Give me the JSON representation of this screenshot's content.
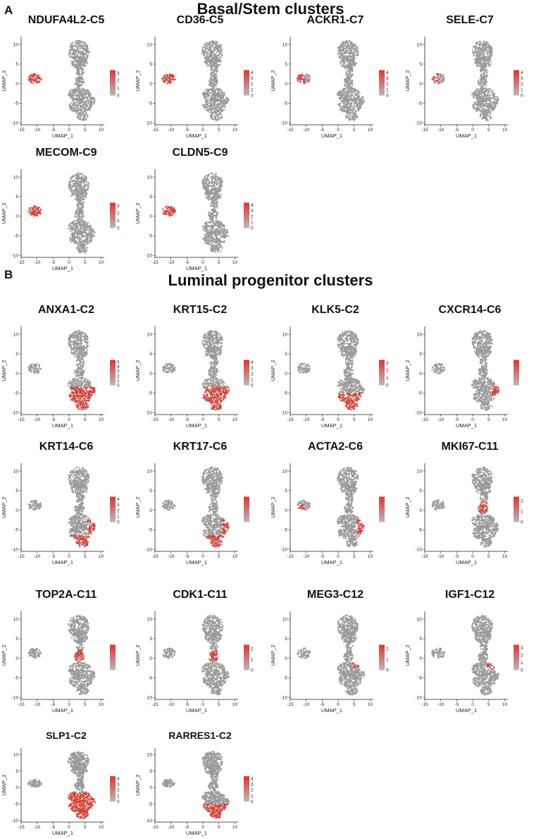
{
  "sections": [
    {
      "letter": "A",
      "title": "Basal/Stem clusters"
    },
    {
      "letter": "B",
      "title": "Luminal progenitor clusters"
    }
  ],
  "colors": {
    "low": "#b9b9b9",
    "high": "#e8322a",
    "cell": "#9a9a9a"
  },
  "chart_data": [
    {
      "type": "scatter",
      "title": "NDUFA4L2-C5",
      "xlabel": "UMAP_1",
      "ylabel": "UMAP_2",
      "xticks": [
        -15,
        -10,
        -5,
        0,
        5,
        10
      ],
      "yticks": [
        -10,
        -5,
        0,
        5,
        10
      ],
      "xlim": [
        -15,
        11
      ],
      "ylim": [
        -10.5,
        12
      ],
      "legend_ticks": [
        3,
        2,
        1,
        0
      ],
      "legend_max": 3.4,
      "highlight": "basal"
    },
    {
      "type": "scatter",
      "title": "CD36-C5",
      "xlabel": "UMAP_1",
      "ylabel": "UMAP_2",
      "xticks": [
        -15,
        -10,
        -5,
        0,
        5,
        10
      ],
      "yticks": [
        -10,
        -5,
        0,
        5,
        10
      ],
      "xlim": [
        -15,
        11
      ],
      "ylim": [
        -10.5,
        12
      ],
      "legend_ticks": [
        4,
        3,
        2,
        1,
        0
      ],
      "legend_max": 4.4,
      "highlight": "basal"
    },
    {
      "type": "scatter",
      "title": "ACKR1-C7",
      "xlabel": "UMAP_1",
      "ylabel": "UMAP_2",
      "xticks": [
        -15,
        -10,
        -5,
        0,
        5,
        10
      ],
      "yticks": [
        -10,
        -5,
        0,
        5,
        10
      ],
      "xlim": [
        -15,
        11
      ],
      "ylim": [
        -10.5,
        12
      ],
      "legend_ticks": [
        4,
        3,
        2,
        1,
        0
      ],
      "legend_max": 4.4,
      "highlight": "basal-partial"
    },
    {
      "type": "scatter",
      "title": "SELE-C7",
      "xlabel": "UMAP_1",
      "ylabel": "UMAP_2",
      "xticks": [
        -15,
        -10,
        -5,
        0,
        5,
        10
      ],
      "yticks": [
        -10,
        -5,
        0,
        5,
        10
      ],
      "xlim": [
        -15,
        11
      ],
      "ylim": [
        -10.5,
        12
      ],
      "legend_ticks": [
        4,
        3,
        2,
        1,
        0
      ],
      "legend_max": 4.4,
      "highlight": "basal-partial"
    },
    {
      "type": "scatter",
      "title": "MECOM-C9",
      "xlabel": "UMAP_1",
      "ylabel": "UMAP_2",
      "xticks": [
        -15,
        -10,
        -5,
        0,
        5,
        10
      ],
      "yticks": [
        -10,
        -5,
        0,
        5,
        10
      ],
      "xlim": [
        -15,
        11
      ],
      "ylim": [
        -10.5,
        12
      ],
      "legend_ticks": [
        3,
        2,
        1,
        0
      ],
      "legend_max": 3.4,
      "highlight": "basal"
    },
    {
      "type": "scatter",
      "title": "CLDN5-C9",
      "xlabel": "UMAP_1",
      "ylabel": "UMAP_2",
      "xticks": [
        -15,
        -10,
        -5,
        0,
        5,
        10
      ],
      "yticks": [
        -10,
        -5,
        0,
        5,
        10
      ],
      "xlim": [
        -15,
        11
      ],
      "ylim": [
        -10.5,
        12
      ],
      "legend_ticks": [
        4,
        3,
        2,
        1,
        0
      ],
      "legend_max": 4.4,
      "highlight": "basal"
    },
    {
      "type": "scatter",
      "title": "ANXA1-C2",
      "xlabel": "UMAP_1",
      "ylabel": "UMAP_2",
      "xticks": [
        -15,
        -10,
        -5,
        0,
        5,
        10
      ],
      "yticks": [
        -10,
        -5,
        0,
        5,
        10
      ],
      "xlim": [
        -15,
        11
      ],
      "ylim": [
        -10.5,
        12
      ],
      "legend_ticks": [
        5,
        4,
        3,
        2,
        1,
        0
      ],
      "legend_max": 5.4,
      "highlight": "lower"
    },
    {
      "type": "scatter",
      "title": "KRT15-C2",
      "xlabel": "UMAP_1",
      "ylabel": "UMAP_2",
      "xticks": [
        -15,
        -10,
        -5,
        0,
        5,
        10
      ],
      "yticks": [
        -10,
        -5,
        0,
        5,
        10
      ],
      "xlim": [
        -15,
        11
      ],
      "ylim": [
        -10.5,
        12
      ],
      "legend_ticks": [
        4,
        3,
        2,
        1,
        0
      ],
      "legend_max": 4.4,
      "highlight": "lower"
    },
    {
      "type": "scatter",
      "title": "KLK5-C2",
      "xlabel": "UMAP_1",
      "ylabel": "UMAP_2",
      "xticks": [
        -15,
        -10,
        -5,
        0,
        5,
        10
      ],
      "yticks": [
        -10,
        -5,
        0,
        5,
        10
      ],
      "xlim": [
        -15,
        11
      ],
      "ylim": [
        -10.5,
        12
      ],
      "legend_ticks": [
        3,
        2,
        1,
        0
      ],
      "legend_max": 3.4,
      "highlight": "bottom"
    },
    {
      "type": "scatter",
      "title": "CXCR14-C6",
      "xlabel": "UMAP_1",
      "ylabel": "UMAP_2",
      "xticks": [
        -15,
        -10,
        -5,
        0,
        5,
        10
      ],
      "yticks": [
        -10,
        -5,
        0,
        5,
        10
      ],
      "xlim": [
        -15,
        11
      ],
      "ylim": [
        -10.5,
        12
      ],
      "legend_ticks": [],
      "legend_max": 3,
      "highlight": "right"
    },
    {
      "type": "scatter",
      "title": "KRT14-C6",
      "xlabel": "UMAP_1",
      "ylabel": "UMAP_2",
      "xticks": [
        -15,
        -10,
        -5,
        0,
        5,
        10
      ],
      "yticks": [
        -10,
        -5,
        0,
        5,
        10
      ],
      "xlim": [
        -15,
        11
      ],
      "ylim": [
        -10.5,
        12
      ],
      "legend_ticks": [
        4,
        3,
        2,
        1,
        0
      ],
      "legend_max": 4.4,
      "highlight": "right-lower"
    },
    {
      "type": "scatter",
      "title": "KRT17-C6",
      "xlabel": "UMAP_1",
      "ylabel": "UMAP_2",
      "xticks": [
        -15,
        -10,
        -5,
        0,
        5,
        10
      ],
      "yticks": [
        -10,
        -5,
        0,
        5,
        10
      ],
      "xlim": [
        -15,
        11
      ],
      "ylim": [
        -10.5,
        12
      ],
      "legend_ticks": [],
      "legend_max": 3,
      "highlight": "right-lower"
    },
    {
      "type": "scatter",
      "title": "ACTA2-C6",
      "xlabel": "UMAP_1",
      "ylabel": "UMAP_2",
      "xticks": [
        -15,
        -10,
        -5,
        0,
        5,
        10
      ],
      "yticks": [
        -10,
        -5,
        0,
        5,
        10
      ],
      "xlim": [
        -15,
        11
      ],
      "ylim": [
        -10.5,
        12
      ],
      "legend_ticks": [],
      "legend_max": 3,
      "highlight": "right-basal"
    },
    {
      "type": "scatter",
      "title": "MKI67-C11",
      "xlabel": "UMAP_1",
      "ylabel": "UMAP_2",
      "xticks": [
        -15,
        -10,
        -5,
        0,
        5,
        10
      ],
      "yticks": [
        -10,
        -5,
        0,
        5,
        10
      ],
      "xlim": [
        -15,
        11
      ],
      "ylim": [
        -10.5,
        12
      ],
      "legend_ticks": [
        2,
        1,
        0
      ],
      "legend_max": 2.4,
      "highlight": "middle"
    },
    {
      "type": "scatter",
      "title": "TOP2A-C11",
      "xlabel": "UMAP_1",
      "ylabel": "UMAP_2",
      "xticks": [
        -15,
        -10,
        -5,
        0,
        5,
        10
      ],
      "yticks": [
        -10,
        -5,
        0,
        5,
        10
      ],
      "xlim": [
        -15,
        11
      ],
      "ylim": [
        -10.5,
        12
      ],
      "legend_ticks": [],
      "legend_max": 3,
      "highlight": "middle"
    },
    {
      "type": "scatter",
      "title": "CDK1-C11",
      "xlabel": "UMAP_1",
      "ylabel": "UMAP_2",
      "xticks": [
        -15,
        -10,
        -5,
        0,
        5,
        10
      ],
      "yticks": [
        -10,
        -5,
        0,
        5,
        10
      ],
      "xlim": [
        -15,
        11
      ],
      "ylim": [
        -10.5,
        12
      ],
      "legend_ticks": [
        2,
        1,
        0
      ],
      "legend_max": 2.4,
      "highlight": "middle"
    },
    {
      "type": "scatter",
      "title": "MEG3-C12",
      "xlabel": "UMAP_1",
      "ylabel": "UMAP_2",
      "xticks": [
        -15,
        -10,
        -5,
        0,
        5,
        10
      ],
      "yticks": [
        -10,
        -5,
        0,
        5,
        10
      ],
      "xlim": [
        -15,
        11
      ],
      "ylim": [
        -10.5,
        12
      ],
      "legend_ticks": [
        2,
        1,
        0
      ],
      "legend_max": 2.4,
      "highlight": "tiny"
    },
    {
      "type": "scatter",
      "title": "IGF1-C12",
      "xlabel": "UMAP_1",
      "ylabel": "UMAP_2",
      "xticks": [
        -15,
        -10,
        -5,
        0,
        5,
        10
      ],
      "yticks": [
        -10,
        -5,
        0,
        5,
        10
      ],
      "xlim": [
        -15,
        11
      ],
      "ylim": [
        -10.5,
        12
      ],
      "legend_ticks": [
        3,
        2,
        1,
        0
      ],
      "legend_max": 3.4,
      "highlight": "tiny"
    },
    {
      "type": "scatter",
      "title": "SLP1-C2",
      "xlabel": "UMAP_1",
      "ylabel": "UMAP_2",
      "xticks": [
        -15,
        -10,
        -5,
        0,
        5,
        10
      ],
      "yticks": [
        -10,
        -5,
        0,
        5,
        10
      ],
      "xlim": [
        -15,
        11
      ],
      "ylim": [
        -10.5,
        12
      ],
      "legend_ticks": [
        4,
        3,
        2,
        1,
        0
      ],
      "legend_max": 4.4,
      "highlight": "lower-mid"
    },
    {
      "type": "scatter",
      "title": "RARRES1-C2",
      "xlabel": "UMAP_1",
      "ylabel": "UMAP_2",
      "xticks": [
        -15,
        -10,
        -5,
        0,
        5,
        10
      ],
      "yticks": [
        -10,
        -5,
        0,
        5,
        10
      ],
      "xlim": [
        -15,
        11
      ],
      "ylim": [
        -10.5,
        12
      ],
      "legend_ticks": [
        4,
        3,
        2,
        1,
        0
      ],
      "legend_max": 4.4,
      "highlight": "bottom"
    }
  ]
}
